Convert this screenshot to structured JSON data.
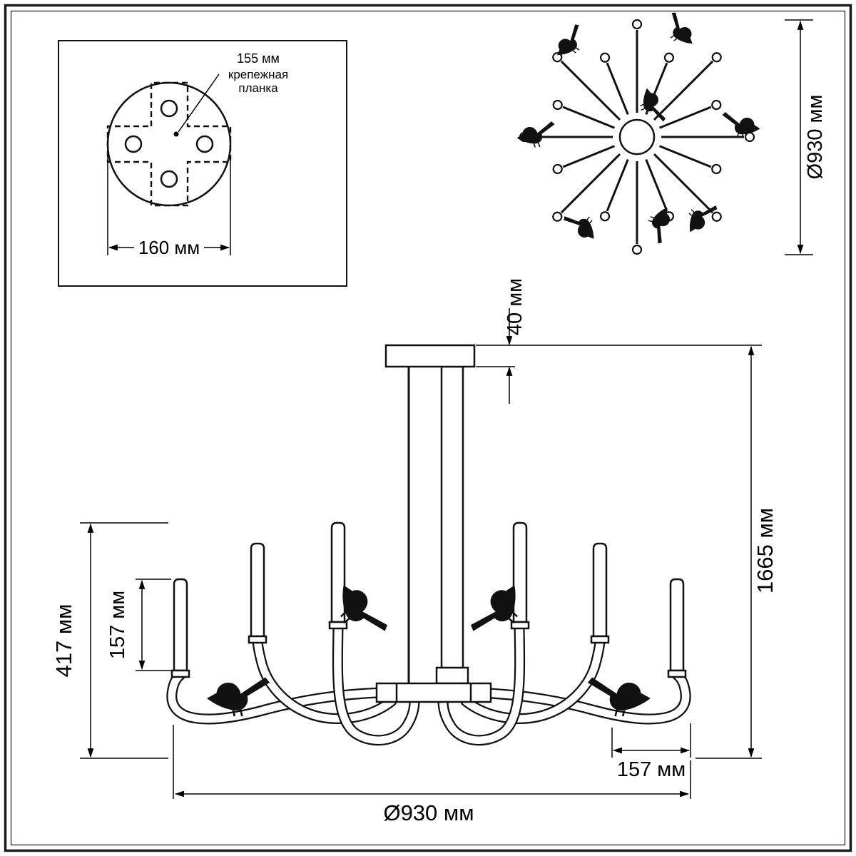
{
  "detail_plate": {
    "pitch_label": "155 мм",
    "bracket_line1": "крепежная",
    "bracket_line2": "планка",
    "width_label": "160 мм"
  },
  "top_view": {
    "diameter_label": "Ø930 мм"
  },
  "side_view": {
    "canopy_height_label": "40 мм",
    "total_height_label": "1665 мм",
    "arm_drop_label": "417 мм",
    "candle_height_label": "157 мм",
    "bird_offset_label": "157 мм",
    "diameter_label": "Ø930 мм"
  }
}
